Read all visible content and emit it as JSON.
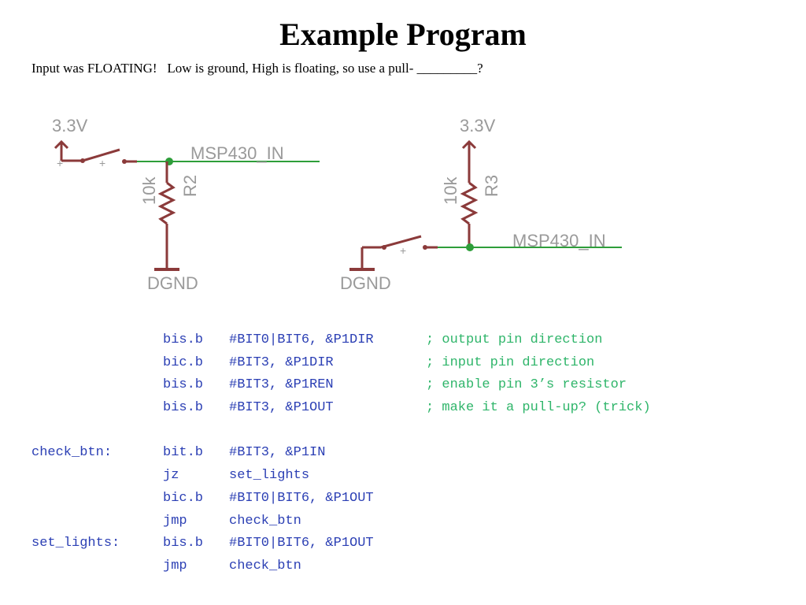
{
  "slide": {
    "title": "Example Program",
    "subtitle": "Input was FLOATING!   Low is ground, High is floating, so use a pull- _________?"
  },
  "schematic": {
    "left_circuit": {
      "supply_label": "3.3V",
      "net_label": "MSP430_IN",
      "resistor_value": "10k",
      "resistor_name": "R2",
      "ground_label": "DGND",
      "switch_marks": [
        "+",
        "+"
      ]
    },
    "right_circuit": {
      "supply_label": "3.3V",
      "net_label": "MSP430_IN",
      "resistor_value": "10k",
      "resistor_name": "R3",
      "ground_label": "DGND",
      "switch_marks": [
        "+"
      ]
    },
    "colors": {
      "component": "#8b3a3a",
      "wire": "#2e9e3a",
      "label": "#9a9a9a",
      "junction": "#2e9e3a"
    }
  },
  "code": {
    "colors": {
      "instruction": "#2b3fb4",
      "comment": "#2fb56a"
    },
    "lines": [
      {
        "label": "",
        "op": "bis.b",
        "arg": "#BIT0|BIT6, &P1DIR",
        "comment": "; output pin direction"
      },
      {
        "label": "",
        "op": "bic.b",
        "arg": "#BIT3, &P1DIR",
        "comment": "; input pin direction"
      },
      {
        "label": "",
        "op": "bis.b",
        "arg": "#BIT3, &P1REN",
        "comment": "; enable pin 3’s resistor"
      },
      {
        "label": "",
        "op": "bis.b",
        "arg": "#BIT3, &P1OUT",
        "comment": "; make it a pull-up? (trick)"
      },
      {
        "label": "",
        "op": "",
        "arg": "",
        "comment": ""
      },
      {
        "label": "check_btn:",
        "op": "bit.b",
        "arg": "#BIT3, &P1IN",
        "comment": ""
      },
      {
        "label": "",
        "op": "jz",
        "arg": "set_lights",
        "comment": ""
      },
      {
        "label": "",
        "op": "bic.b",
        "arg": "#BIT0|BIT6, &P1OUT",
        "comment": ""
      },
      {
        "label": "",
        "op": "jmp",
        "arg": "check_btn",
        "comment": ""
      },
      {
        "label": "set_lights:",
        "op": "bis.b",
        "arg": "#BIT0|BIT6, &P1OUT",
        "comment": ""
      },
      {
        "label": "",
        "op": "jmp",
        "arg": "check_btn",
        "comment": ""
      }
    ]
  }
}
